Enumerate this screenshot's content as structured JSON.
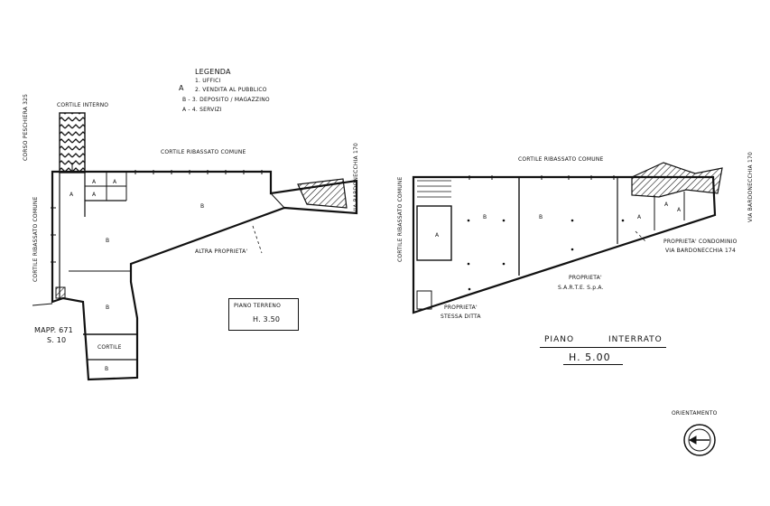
{
  "legend": {
    "title": "LEGENDA",
    "items": [
      "1. UFFICI",
      "2. VENDITA AL PUBBLICO",
      "B - 3. DEPOSITO / MAGAZZINO",
      "A - 4. SERVIZI"
    ],
    "marker_a": "A",
    "marker_b": "B"
  },
  "piano_terreno": {
    "corso": "CORSO PESCHIERA 325",
    "cortile_interno": "CORTILE INTERNO",
    "cortile_ribassato": "CORTILE RIBASSATO COMUNE",
    "cortile_ribassato_side": "CORTILE RIBASSATO COMUNE",
    "via": "VIA BARDONECCHIA 170",
    "altra_proprieta": "ALTRA PROPRIETA'",
    "cortile": "CORTILE",
    "mapp": "MAPP. 671",
    "s10": "S. 10",
    "box_title": "PIANO TERRENO",
    "box_height": "H. 3.50",
    "rooms": [
      "A",
      "A",
      "A",
      "A",
      "B",
      "B",
      "B",
      "B"
    ]
  },
  "piano_interrato": {
    "cortile_ribassato_top": "CORTILE RIBASSATO COMUNE",
    "cortile_ribassato_side": "CORTILE RIBASSATO COMUNE",
    "via": "VIA BARDONECCHIA 170",
    "condominio_1": "PROPRIETA' CONDOMINIO",
    "condominio_2": "VIA BARDONECCHIA 174",
    "sarte_1": "PROPRIETA'",
    "sarte_2": "S.A.R.T.E. S.p.A.",
    "stessa_1": "PROPRIETA'",
    "stessa_2": "STESSA DITTA",
    "title_piano": "PIANO",
    "title_interrato": "INTERRATO",
    "height": "H. 5.00",
    "rooms": [
      "A",
      "B",
      "B",
      "A",
      "A",
      "A"
    ]
  },
  "orientamento": {
    "label": "ORIENTAMENTO"
  }
}
